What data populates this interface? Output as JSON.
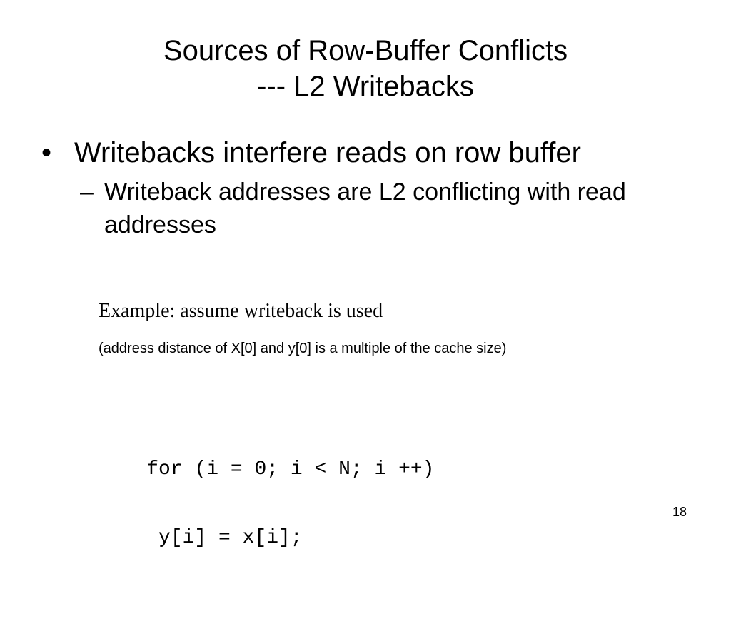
{
  "title": {
    "line1": "Sources of Row-Buffer Conflicts",
    "line2": "---  L2 Writebacks"
  },
  "bullets": {
    "level1_mark": "•",
    "level1_text": "Writebacks interfere reads on row buffer",
    "level2_mark": "–",
    "level2_text": "Writeback addresses are L2 conflicting with read addresses"
  },
  "example": {
    "heading": "Example: assume writeback is used",
    "note": "(address distance of X[0] and y[0] is a multiple of the cache size)"
  },
  "code": {
    "line1": "for (i = 0; i < N; i ++)",
    "line2": "y[i] = x[i];"
  },
  "page_number": "18"
}
